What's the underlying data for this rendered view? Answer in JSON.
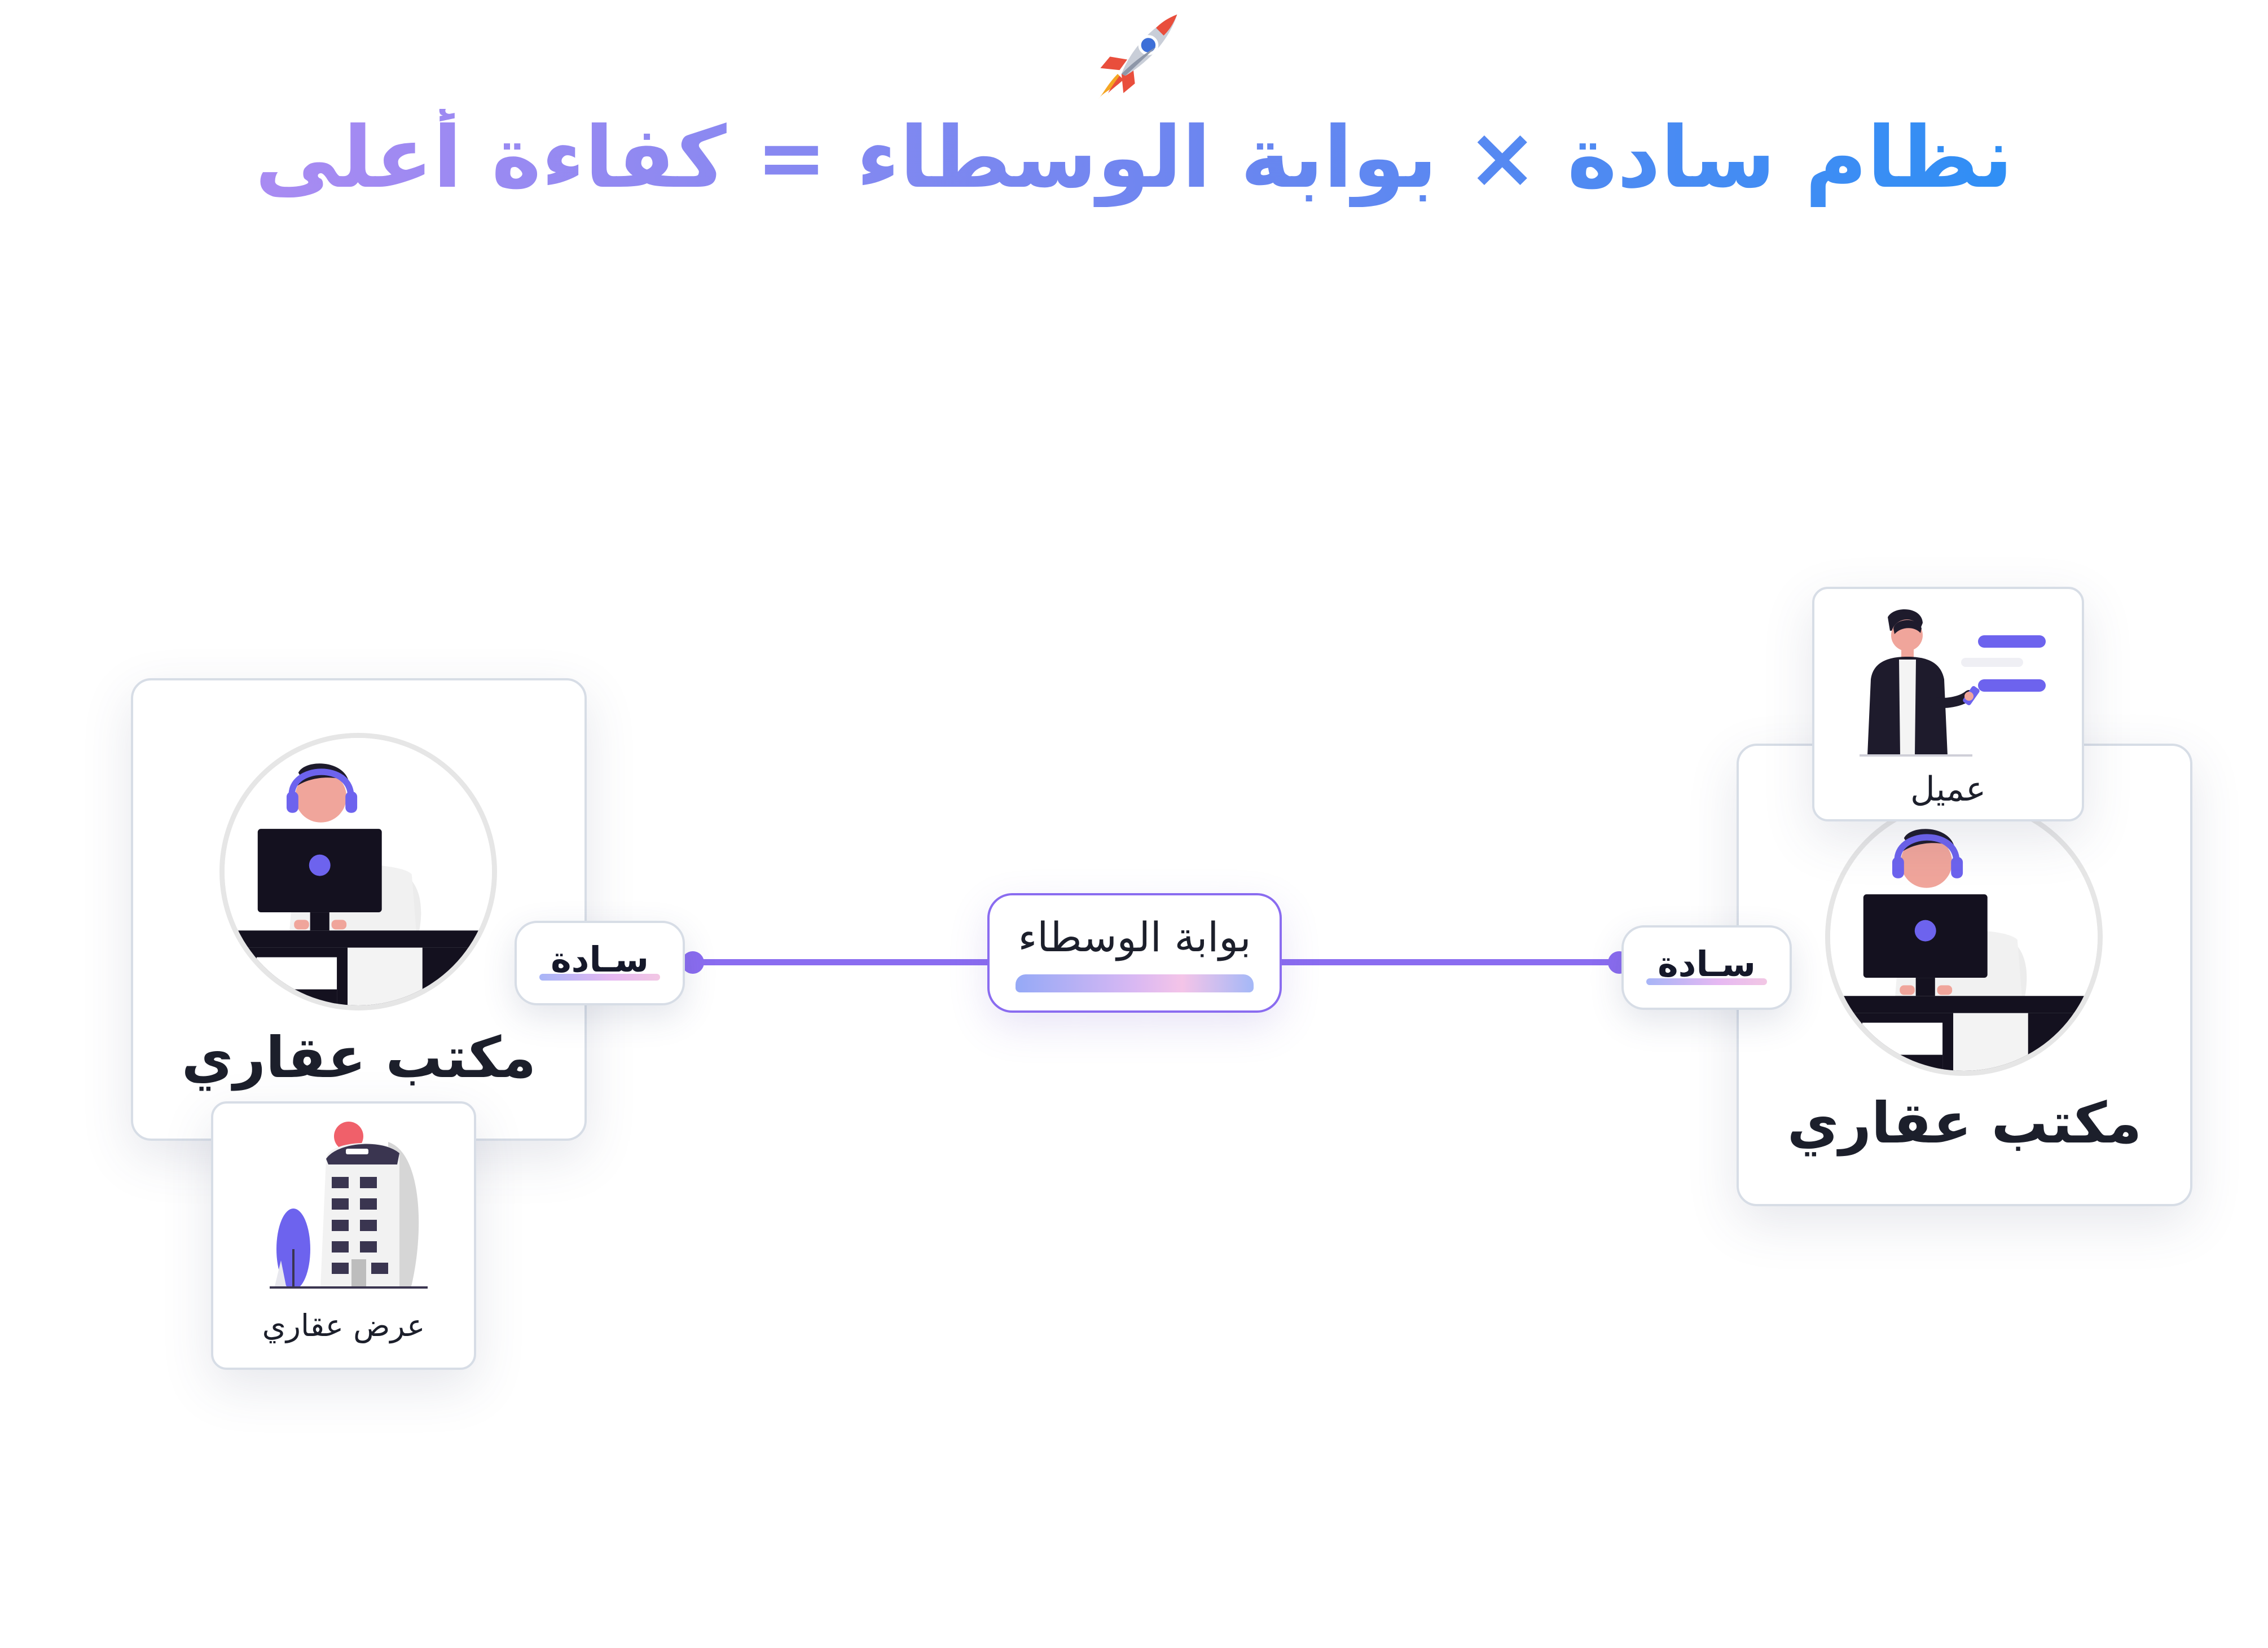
{
  "header": {
    "icon": "rocket-icon",
    "title": "نظام سادة × بوابة الوسطاء = كفاءة أعلى"
  },
  "left_office": {
    "label": "مكتب عقاري",
    "illustration": "office-worker-icon",
    "logo": "سـادة"
  },
  "property_offer": {
    "label": "عرض عقاري",
    "illustration": "building-icon"
  },
  "portal": {
    "label": "بوابة الوسطاء"
  },
  "right_office": {
    "label": "مكتب عقاري",
    "illustration": "office-worker-icon",
    "logo": "سـادة"
  },
  "client": {
    "label": "عميل",
    "illustration": "client-person-icon"
  },
  "colors": {
    "connector": "#8a6cf0",
    "title_start": "#2f8ff5",
    "title_end": "#a98bf2",
    "card_border": "#d7dde6"
  }
}
